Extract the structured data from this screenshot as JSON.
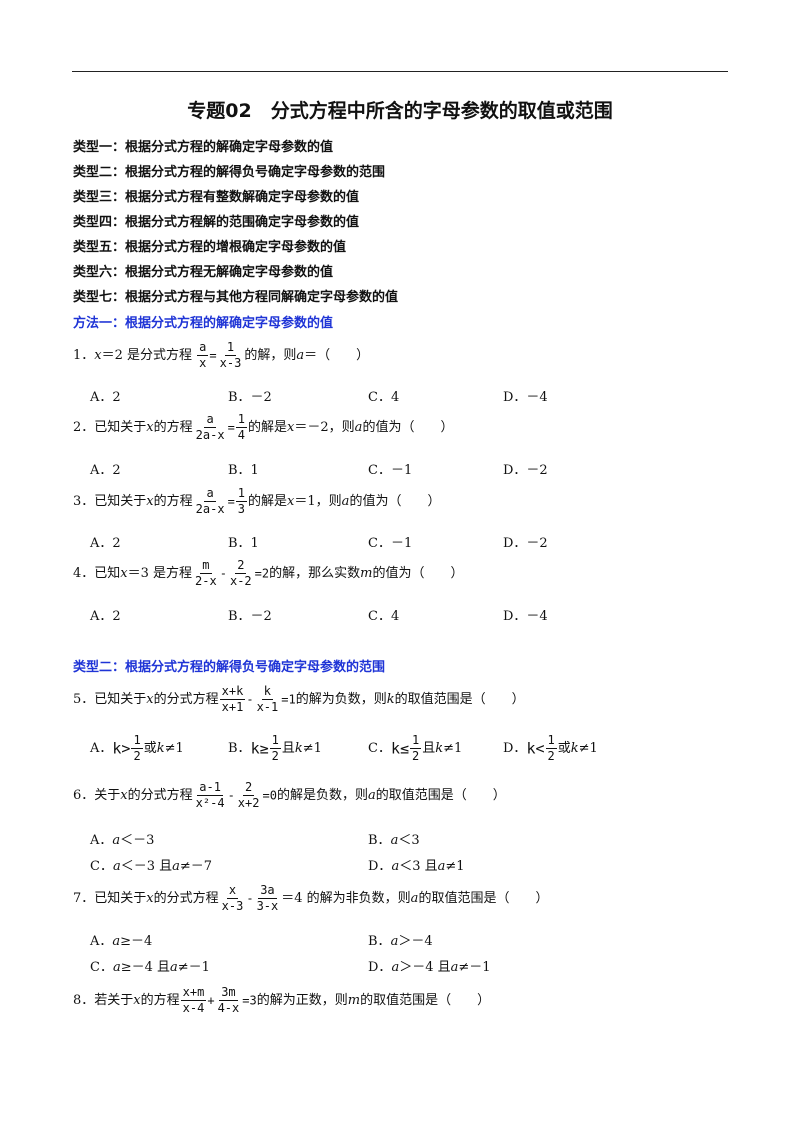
{
  "title": "专题02　分式方程中所含的字母参数的取值或范围",
  "types": [
    "类型一：根据分式方程的解确定字母参数的值",
    "类型二：根据分式方程的解得负号确定字母参数的范围",
    "类型三：根据分式方程有整数解确定字母参数的值",
    "类型四：根据分式方程解的范围确定字母参数的值",
    "类型五：根据分式方程的增根确定字母参数的值",
    "类型六：根据分式方程无解确定字母参数的值",
    "类型七：根据分式方程与其他方程同解确定字母参数的值"
  ],
  "section1_heading": "方法一：根据分式方程的解确定字母参数的值",
  "section2_heading": "类型二：根据分式方程的解得负号确定字母参数的范围",
  "q1": {
    "num": "1．",
    "x": "x",
    "t1": "＝2 是分式方程",
    "t2": "的解，则",
    "a": "a",
    "t3": "＝（　　）",
    "eq": {
      "n1": "a",
      "d1": "x",
      "op": "=",
      "n2": "1",
      "d2": "x-3"
    },
    "options": [
      "A．2",
      "B．－2",
      "C．4",
      "D．－4"
    ]
  },
  "q2": {
    "num": "2．",
    "t1": "已知关于",
    "x": "x",
    "t2": "的方程",
    "t3": "的解是",
    "x2": "x",
    "t4": "＝－2，则",
    "a": "a",
    "t5": "的值为（　　）",
    "eq": {
      "n1": "a",
      "d1": "2a-x",
      "op": "=",
      "n2": "1",
      "d2": "4"
    },
    "options": [
      "A．2",
      "B．1",
      "C．－1",
      "D．－2"
    ]
  },
  "q3": {
    "num": "3．",
    "t1": "已知关于",
    "x": "x",
    "t2": "的方程",
    "t3": "的解是",
    "x2": "x",
    "t4": "＝1，则",
    "a": "a",
    "t5": "的值为（　　）",
    "eq": {
      "n1": "a",
      "d1": "2a-x",
      "op": "=",
      "n2": "1",
      "d2": "3"
    },
    "options": [
      "A．2",
      "B．1",
      "C．－1",
      "D．－2"
    ]
  },
  "q4": {
    "num": "4．",
    "t1": "已知",
    "x": "x",
    "t2": "＝3 是方程",
    "t3": "的解，那么实数",
    "m": "m",
    "t4": "的值为（　　）",
    "eq": {
      "n1": "m",
      "d1": "2-x",
      "op": "-",
      "n2": "2",
      "d2": "x-2",
      "rhs": "=2"
    },
    "options": [
      "A．2",
      "B．－2",
      "C．4",
      "D．－4"
    ]
  },
  "q5": {
    "num": "5．",
    "t1": "已知关于",
    "x": "x",
    "t2": "的分式方程",
    "t3": "的解为负数，则",
    "k": "k",
    "t4": "的取值范围是（　　）",
    "eq": {
      "n1": "x+k",
      "d1": "x+1",
      "op": "-",
      "n2": "k",
      "d2": "x-1",
      "rhs": "=1"
    },
    "options": [
      {
        "label": "A．",
        "k": "k",
        "rel": ">",
        "n": "1",
        "d": "2",
        "tail": "或",
        "kv": "k",
        "ne": "≠1"
      },
      {
        "label": "B．",
        "k": "k",
        "rel": "≥",
        "n": "1",
        "d": "2",
        "tail": "且",
        "kv": "k",
        "ne": "≠1"
      },
      {
        "label": "C．",
        "k": "k",
        "rel": "≤",
        "n": "1",
        "d": "2",
        "tail": "且",
        "kv": "k",
        "ne": "≠1"
      },
      {
        "label": "D．",
        "k": "k",
        "rel": "<",
        "n": "1",
        "d": "2",
        "tail": "或",
        "kv": "k",
        "ne": "≠1"
      }
    ]
  },
  "q6": {
    "num": "6．",
    "t1": "关于",
    "x": "x",
    "t2": "的分式方程",
    "t3": "的解是负数，则",
    "a": "a",
    "t4": "的取值范围是（　　）",
    "eq": {
      "n1": "a-1",
      "d1": "x²-4",
      "op": "-",
      "n2": "2",
      "d2": "x+2",
      "rhs": "=0"
    },
    "options": [
      {
        "label": "A．",
        "v": "a",
        "r": "＜－3"
      },
      {
        "label": "B．",
        "v": "a",
        "r": "＜3"
      },
      {
        "label": "C．",
        "v": "a",
        "r": "＜－3 且",
        "v2": "a",
        "r2": "≠－7"
      },
      {
        "label": "D．",
        "v": "a",
        "r": "＜3 且",
        "v2": "a",
        "r2": "≠1"
      }
    ]
  },
  "q7": {
    "num": "7．",
    "t1": "已知关于",
    "x": "x",
    "t2": "的分式方程",
    "t3": "＝4 的解为非负数，则",
    "a": "a",
    "t4": "的取值范围是（　　）",
    "eq": {
      "n1": "x",
      "d1": "x-3",
      "op": "-",
      "n2": "3a",
      "d2": "3-x"
    },
    "options": [
      {
        "label": "A．",
        "v": "a",
        "r": "≥－4"
      },
      {
        "label": "B．",
        "v": "a",
        "r": "＞－4"
      },
      {
        "label": "C．",
        "v": "a",
        "r": "≥－4 且",
        "v2": "a",
        "r2": "≠－1"
      },
      {
        "label": "D．",
        "v": "a",
        "r": "＞－4 且",
        "v2": "a",
        "r2": "≠－1"
      }
    ]
  },
  "q8": {
    "num": "8．",
    "t1": "若关于",
    "x": "x",
    "t2": "的方程",
    "t3": "的解为正数，则",
    "m": "m",
    "t4": "的取值范围是（　　）",
    "eq": {
      "n1": "x+m",
      "d1": "x-4",
      "op": "+",
      "n2": "3m",
      "d2": "4-x",
      "rhs": "=3"
    }
  }
}
